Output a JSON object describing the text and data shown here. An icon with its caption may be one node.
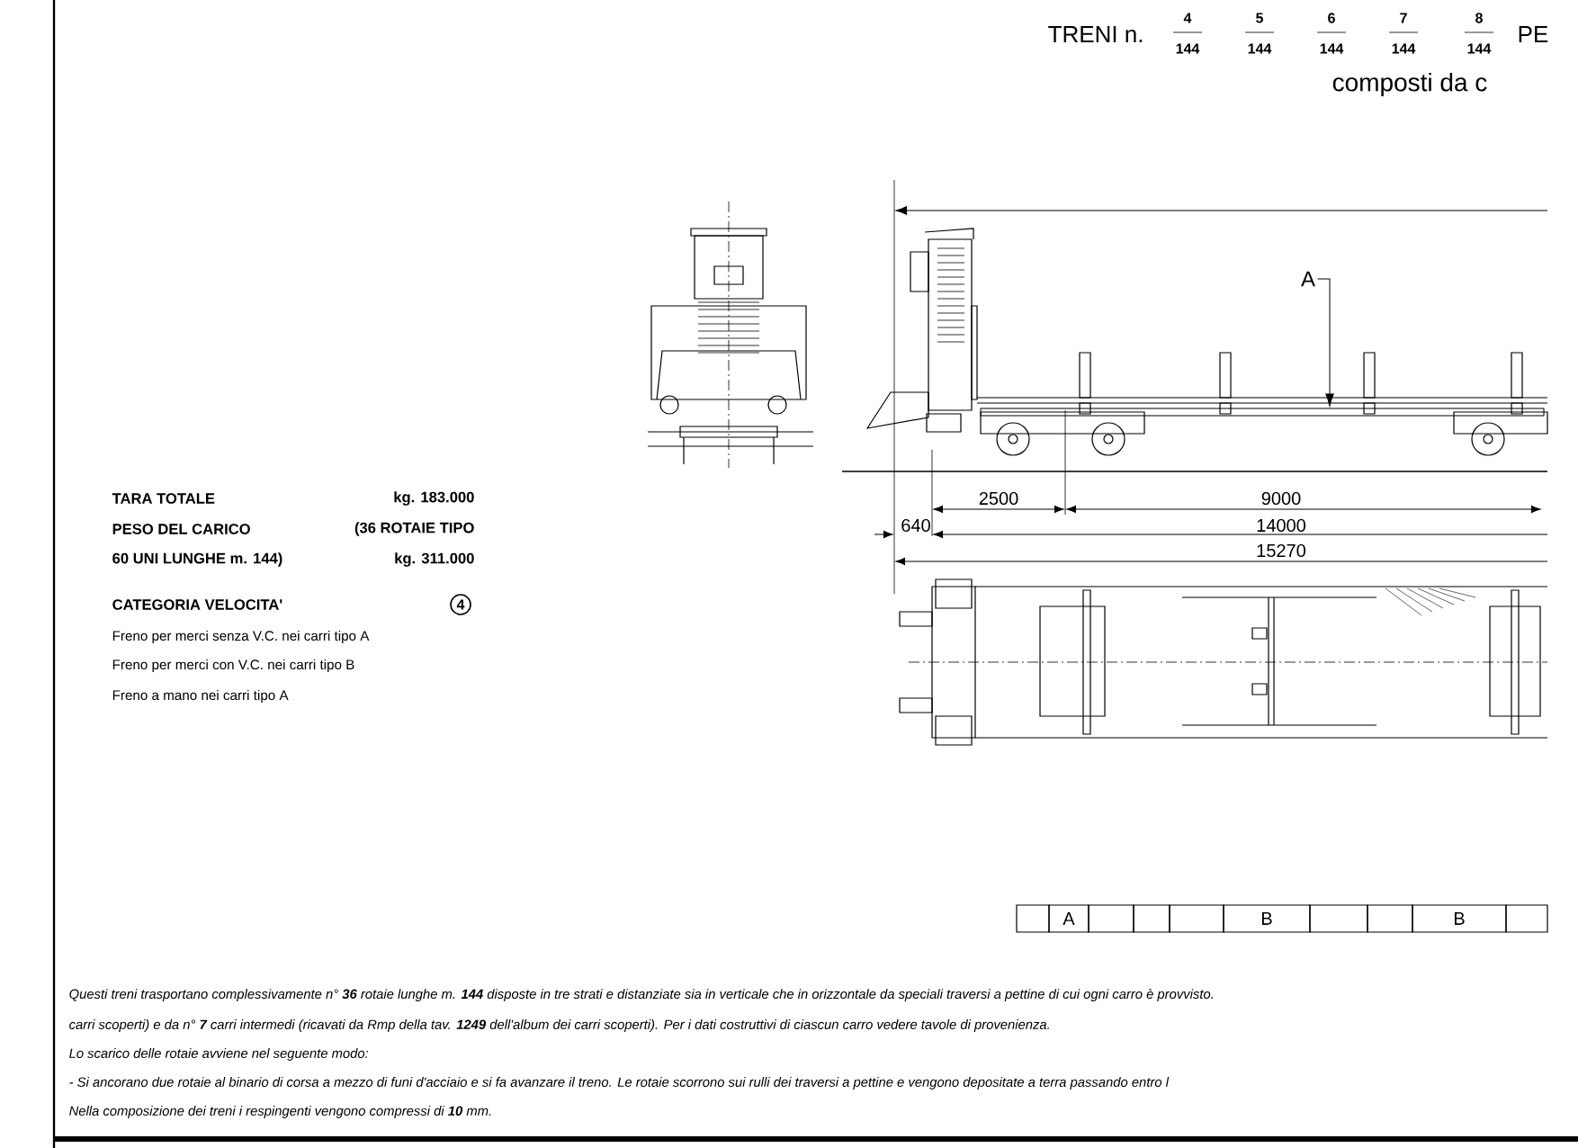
{
  "diagram": {
    "nodes": [
      {
        "text": [
          "A"
        ]
      },
      {
        "text": [],
        "shape": "bar"
      },
      {
        "text": [
          "4"
        ]
      },
      {
        "text": [
          "A"
        ]
      },
      {
        "text": [
          "B"
        ]
      },
      {
        "text": [
          "B"
        ]
      }
    ],
    "edges": [
      {
        "from": 0,
        "to": 1,
        "arrow": "to"
      }
    ],
    "labels": [
      "TRENI n.",
      "4",
      "144",
      "5",
      "144",
      "6",
      "144",
      "7",
      "144",
      "8",
      "144",
      "PE",
      "composti da c",
      "TARA TOTALE",
      "kg. 183.000",
      "PESO DEL CARICO",
      "(36 ROTAIE TIPO",
      "60 UNI LUNGHE m. 144)",
      "kg. 311.000",
      "CATEGORIA VELOCITA'",
      "2500",
      "9000",
      "640",
      "14000",
      "15270",
      "Freno per merci senza V.C. nei carri tipo A",
      "Freno per merci con V.C. nei carri tipo B",
      "Freno a mano nei carri tipo A",
      "Questi treni trasportano complessivamente n° **36** rotaie lunghe m. **144** disposte in tre strati e distanziate sia in verticale che in orizzontale da speciali traversi a pettine di cui ogni carro è provvisto.",
      "carri scoperti) e da n° **7** carri intermedi (ricavati da Rmp della tav. **1249** dell'album dei carri scoperti). Per i dati costruttivi di ciascun carro vedere tavole di provenienza.",
      "Lo scarico delle rotaie avviene nel seguente modo:",
      "- Si ancorano due rotaie al binario di corsa a mezzo di funi d'acciaio e si fa avanzare il treno. Le rotaie scorrono sui rulli dei traversi a pettine e vengono depositate a terra passando entro l",
      "Nella composizione dei treni i respingenti vengono compressi di **10** mm."
    ]
  }
}
